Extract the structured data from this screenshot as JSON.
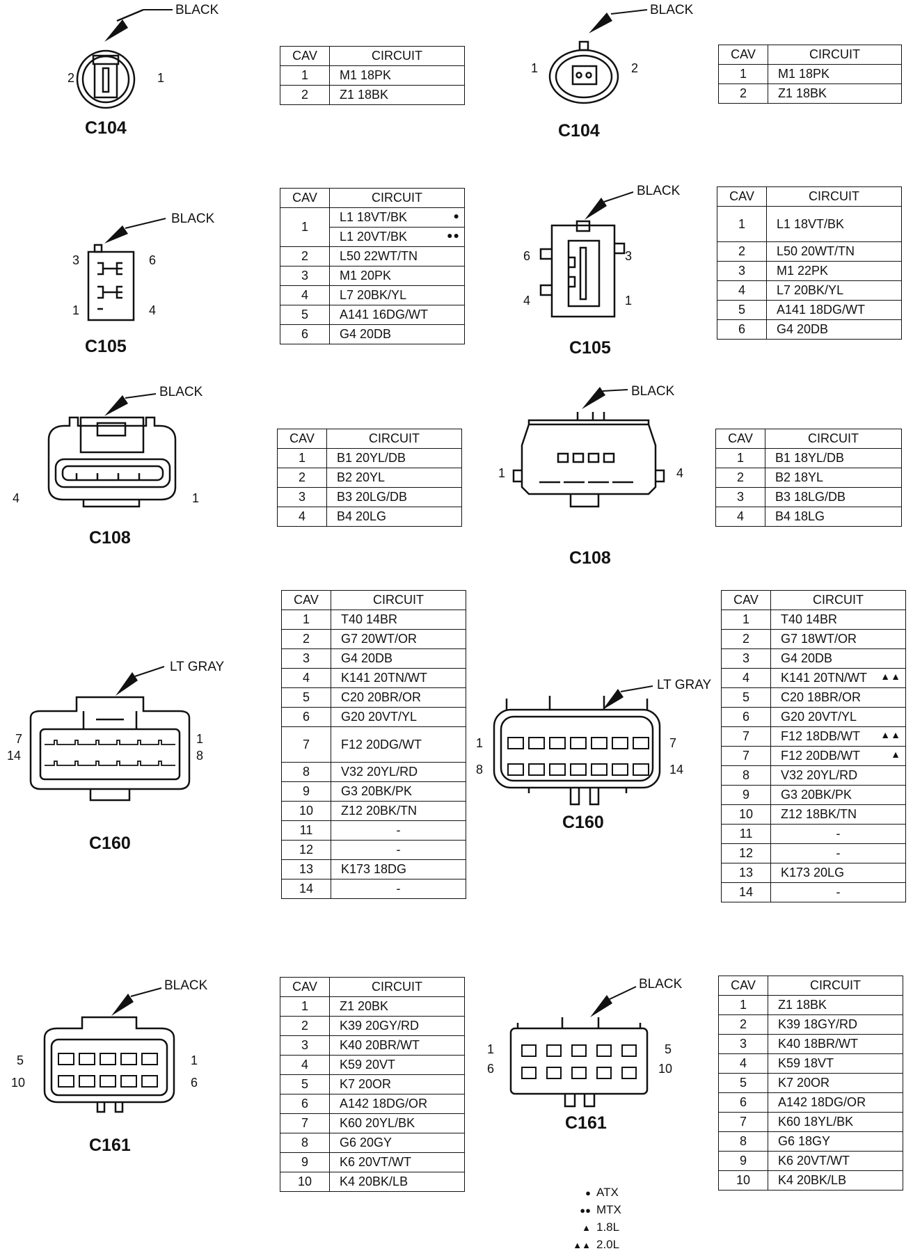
{
  "colors": {
    "ink": "#111111",
    "background": "#ffffff"
  },
  "connectors": [
    {
      "id": "c104a",
      "name": "C104",
      "color": "BLACK",
      "pins": [
        "2",
        "1"
      ]
    },
    {
      "id": "c104b",
      "name": "C104",
      "color": "BLACK",
      "pins": [
        "1",
        "2"
      ]
    },
    {
      "id": "c105a",
      "name": "C105",
      "color": "BLACK",
      "pins": [
        "3",
        "6",
        "1",
        "4"
      ]
    },
    {
      "id": "c105b",
      "name": "C105",
      "color": "BLACK",
      "pins": [
        "6",
        "3",
        "4",
        "1"
      ]
    },
    {
      "id": "c108a",
      "name": "C108",
      "color": "BLACK",
      "pins": [
        "4",
        "1"
      ]
    },
    {
      "id": "c108b",
      "name": "C108",
      "color": "BLACK",
      "pins": [
        "1",
        "4"
      ]
    },
    {
      "id": "c160a",
      "name": "C160",
      "color": "LT GRAY",
      "pins": [
        "7",
        "1",
        "14",
        "8"
      ]
    },
    {
      "id": "c160b",
      "name": "C160",
      "color": "LT GRAY",
      "pins": [
        "1",
        "7",
        "8",
        "14"
      ]
    },
    {
      "id": "c161a",
      "name": "C161",
      "color": "BLACK",
      "pins": [
        "5",
        "1",
        "10",
        "6"
      ]
    },
    {
      "id": "c161b",
      "name": "C161",
      "color": "BLACK",
      "pins": [
        "1",
        "5",
        "6",
        "10"
      ]
    }
  ],
  "table_header": {
    "cav": "CAV",
    "circuit": "CIRCUIT"
  },
  "tables": [
    {
      "id": "t-c104a",
      "rows": [
        {
          "cav": "1",
          "circuit": "M1 18PK"
        },
        {
          "cav": "2",
          "circuit": "Z1 18BK"
        }
      ]
    },
    {
      "id": "t-c104b",
      "rows": [
        {
          "cav": "1",
          "circuit": "M1 18PK"
        },
        {
          "cav": "2",
          "circuit": "Z1 18BK"
        }
      ]
    },
    {
      "id": "t-c105a",
      "rows": [
        {
          "cav": "1",
          "circuit": "L1 18VT/BK",
          "marker": "●",
          "span": 2
        },
        {
          "cav": "",
          "circuit": "L1 20VT/BK",
          "marker": "●●",
          "spanned": true
        },
        {
          "cav": "2",
          "circuit": "L50 22WT/TN"
        },
        {
          "cav": "3",
          "circuit": "M1 20PK"
        },
        {
          "cav": "4",
          "circuit": "L7 20BK/YL"
        },
        {
          "cav": "5",
          "circuit": "A141 16DG/WT"
        },
        {
          "cav": "6",
          "circuit": "G4 20DB"
        }
      ]
    },
    {
      "id": "t-c105b",
      "rows": [
        {
          "cav": "1",
          "circuit": "L1 18VT/BK",
          "tall": true
        },
        {
          "cav": "2",
          "circuit": "L50 20WT/TN"
        },
        {
          "cav": "3",
          "circuit": "M1 22PK"
        },
        {
          "cav": "4",
          "circuit": "L7 20BK/YL"
        },
        {
          "cav": "5",
          "circuit": "A141 18DG/WT"
        },
        {
          "cav": "6",
          "circuit": "G4 20DB"
        }
      ]
    },
    {
      "id": "t-c108a",
      "rows": [
        {
          "cav": "1",
          "circuit": "B1 20YL/DB"
        },
        {
          "cav": "2",
          "circuit": "B2 20YL"
        },
        {
          "cav": "3",
          "circuit": "B3 20LG/DB"
        },
        {
          "cav": "4",
          "circuit": "B4 20LG"
        }
      ]
    },
    {
      "id": "t-c108b",
      "rows": [
        {
          "cav": "1",
          "circuit": "B1 18YL/DB"
        },
        {
          "cav": "2",
          "circuit": "B2 18YL"
        },
        {
          "cav": "3",
          "circuit": "B3 18LG/DB"
        },
        {
          "cav": "4",
          "circuit": "B4 18LG"
        }
      ]
    },
    {
      "id": "t-c160a",
      "rows": [
        {
          "cav": "1",
          "circuit": "T40 14BR"
        },
        {
          "cav": "2",
          "circuit": "G7 20WT/OR"
        },
        {
          "cav": "3",
          "circuit": "G4 20DB"
        },
        {
          "cav": "4",
          "circuit": "K141 20TN/WT"
        },
        {
          "cav": "5",
          "circuit": "C20 20BR/OR"
        },
        {
          "cav": "6",
          "circuit": "G20 20VT/YL"
        },
        {
          "cav": "7",
          "circuit": "F12 20DG/WT",
          "tall": true
        },
        {
          "cav": "8",
          "circuit": "V32 20YL/RD"
        },
        {
          "cav": "9",
          "circuit": "G3 20BK/PK"
        },
        {
          "cav": "10",
          "circuit": "Z12 20BK/TN"
        },
        {
          "cav": "11",
          "circuit": "-"
        },
        {
          "cav": "12",
          "circuit": "-"
        },
        {
          "cav": "13",
          "circuit": "K173 18DG"
        },
        {
          "cav": "14",
          "circuit": "-"
        }
      ]
    },
    {
      "id": "t-c160b",
      "rows": [
        {
          "cav": "1",
          "circuit": "T40 14BR"
        },
        {
          "cav": "2",
          "circuit": "G7 18WT/OR"
        },
        {
          "cav": "3",
          "circuit": "G4 20DB"
        },
        {
          "cav": "4",
          "circuit": "K141 20TN/WT",
          "marker": "▲▲"
        },
        {
          "cav": "5",
          "circuit": "C20 18BR/OR"
        },
        {
          "cav": "6",
          "circuit": "G20 20VT/YL"
        },
        {
          "cav": "7",
          "circuit": "F12 18DB/WT",
          "marker": "▲▲"
        },
        {
          "cav": "7",
          "circuit": "F12 20DB/WT",
          "marker": "▲"
        },
        {
          "cav": "8",
          "circuit": "V32 20YL/RD"
        },
        {
          "cav": "9",
          "circuit": "G3 20BK/PK"
        },
        {
          "cav": "10",
          "circuit": "Z12 18BK/TN"
        },
        {
          "cav": "11",
          "circuit": "-"
        },
        {
          "cav": "12",
          "circuit": "-"
        },
        {
          "cav": "13",
          "circuit": "K173 20LG"
        },
        {
          "cav": "14",
          "circuit": "-"
        }
      ]
    },
    {
      "id": "t-c161a",
      "rows": [
        {
          "cav": "1",
          "circuit": "Z1 20BK"
        },
        {
          "cav": "2",
          "circuit": "K39 20GY/RD"
        },
        {
          "cav": "3",
          "circuit": "K40 20BR/WT"
        },
        {
          "cav": "4",
          "circuit": "K59 20VT"
        },
        {
          "cav": "5",
          "circuit": "K7 20OR"
        },
        {
          "cav": "6",
          "circuit": "A142 18DG/OR"
        },
        {
          "cav": "7",
          "circuit": "K60 20YL/BK"
        },
        {
          "cav": "8",
          "circuit": "G6 20GY"
        },
        {
          "cav": "9",
          "circuit": "K6 20VT/WT"
        },
        {
          "cav": "10",
          "circuit": "K4 20BK/LB"
        }
      ]
    },
    {
      "id": "t-c161b",
      "rows": [
        {
          "cav": "1",
          "circuit": "Z1 18BK"
        },
        {
          "cav": "2",
          "circuit": "K39 18GY/RD"
        },
        {
          "cav": "3",
          "circuit": "K40 18BR/WT"
        },
        {
          "cav": "4",
          "circuit": "K59 18VT"
        },
        {
          "cav": "5",
          "circuit": "K7 20OR"
        },
        {
          "cav": "6",
          "circuit": "A142 18DG/OR"
        },
        {
          "cav": "7",
          "circuit": "K60 18YL/BK"
        },
        {
          "cav": "8",
          "circuit": "G6 18GY"
        },
        {
          "cav": "9",
          "circuit": "K6 20VT/WT"
        },
        {
          "cav": "10",
          "circuit": "K4 20BK/LB"
        }
      ]
    }
  ],
  "legend": [
    {
      "symbol": "●",
      "label": "ATX"
    },
    {
      "symbol": "●●",
      "label": "MTX"
    },
    {
      "symbol": "▲",
      "label": "1.8L"
    },
    {
      "symbol": "▲▲",
      "label": "2.0L"
    }
  ]
}
